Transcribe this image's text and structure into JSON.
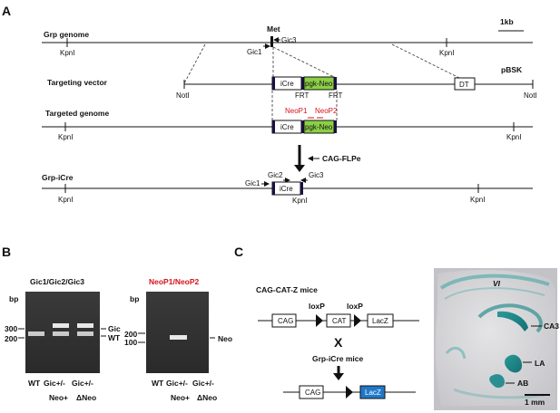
{
  "panels": {
    "a": "A",
    "b": "B",
    "c": "C"
  },
  "scale_bar": "1kb",
  "grp_genome": {
    "title": "Grp genome",
    "met": "Met",
    "gic3": "Gic3",
    "gic1": "Gic1",
    "kpn_left": "KpnI",
    "kpn_right": "KpnI"
  },
  "targeting_vector": {
    "title": "Targeting vector",
    "pbsk": "pBSK",
    "icre": "iCre",
    "pgk_neo": "pgk-Neo",
    "frt1": "FRT",
    "frt2": "FRT",
    "dt": "DT",
    "not_left": "NotI",
    "not_right": "NotI"
  },
  "targeted_genome": {
    "title": "Targeted genome",
    "neop1": "NeoP1",
    "neop2": "NeoP2",
    "icre": "iCre",
    "pgk_neo": "pgk-Neo",
    "kpn_left": "KpnI",
    "kpn_right": "KpnI"
  },
  "flpe": "CAG-FLPe",
  "grp_icre": {
    "title": "Grp-iCre",
    "gic2": "Gic2",
    "gic1": "Gic1",
    "gic3": "Gic3",
    "icre": "iCre",
    "kpn_left": "KpnI",
    "kpn_mid": "KpnI",
    "kpn_right": "KpnI"
  },
  "gel1": {
    "title": "Gic1/Gic2/Gic3",
    "bp": "bp",
    "ladder_300": "300",
    "ladder_200": "200",
    "band_gic": "Gic",
    "band_wt": "WT",
    "lanes_row1": [
      "WT",
      "Gic+/-",
      "Gic+/-"
    ],
    "lanes_row2": [
      "Neo+",
      "ΔNeo"
    ]
  },
  "gel2": {
    "title": "NeoP1/NeoP2",
    "bp": "bp",
    "ladder_200": "200",
    "ladder_100": "100",
    "band_neo": "Neo",
    "lanes_row1": [
      "WT",
      "Gic+/-",
      "Gic+/-"
    ],
    "lanes_row2": [
      "Neo+",
      "ΔNeo"
    ]
  },
  "cross": {
    "cat_mice": "CAG-CAT-Z mice",
    "loxp1": "loxP",
    "loxp2": "loxP",
    "cag1": "CAG",
    "cat": "CAT",
    "lacz1": "LacZ",
    "x": "X",
    "icre_mice": "Grp-iCre mice",
    "cag2": "CAG",
    "lacz2": "LacZ"
  },
  "brain": {
    "vi": "VI",
    "ca3": "CA3",
    "la": "LA",
    "ab": "AB",
    "scale": "1 mm"
  },
  "colors": {
    "neo_box": "#8ccf45",
    "lacz_blue": "#1f78c8",
    "red_text": "#d4141c",
    "stain": "#1f8a8c"
  }
}
